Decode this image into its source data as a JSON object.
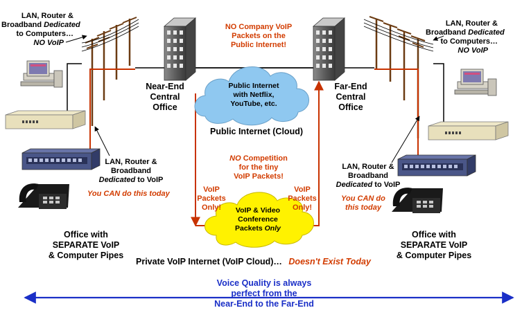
{
  "colors": {
    "wire": "#000000",
    "voip_line": "#c83200",
    "cloud_public": "#8fc8f0",
    "cloud_voip": "#fff200",
    "building": "#5a5a5a",
    "accent_red": "#d23c00",
    "accent_blue": "#1a2fc7",
    "arrow_blue": "#1a2fc7"
  },
  "icons": [
    "utility-pole-icon",
    "office-building-icon",
    "computer-icon",
    "router-icon",
    "switch-icon",
    "desk-phone-icon",
    "cloud-icon"
  ],
  "left": {
    "lan_note": [
      "LAN, Router &",
      "Broadband",
      "Dedicated",
      "to Computers…",
      "NO VoIP"
    ],
    "voip_note": [
      "LAN, Router &",
      "Broadband",
      "Dedicated",
      "to VoIP"
    ],
    "can_do": "You CAN do this today",
    "office_label": [
      "Office with",
      "SEPARATE VoIP",
      "& Computer Pipes"
    ]
  },
  "right": {
    "lan_note": [
      "LAN, Router &",
      "Broadband",
      "Dedicated",
      "to Computers…",
      "NO VoIP"
    ],
    "voip_note": [
      "LAN, Router &",
      "Broadband",
      "Dedicated",
      "to VoIP"
    ],
    "can_do": [
      "You CAN do",
      "this today"
    ],
    "office_label": [
      "Office with",
      "SEPARATE VoIP",
      "& Computer Pipes"
    ]
  },
  "near_end": [
    "Near-End",
    "Central",
    "Office"
  ],
  "far_end": [
    "Far-End",
    "Central",
    "Office"
  ],
  "no_company_voip": [
    "NO Company VoIP",
    "Packets on the",
    "Public Internet!"
  ],
  "public_cloud_text": [
    "Public Internet",
    "with Netflix,",
    "YouTube, etc."
  ],
  "public_cloud_label": "Public Internet (Cloud)",
  "no_competition": [
    "NO",
    "Competition",
    "for the tiny",
    "VoIP Packets!"
  ],
  "voip_only_left": [
    "VoIP",
    "Packets",
    "Only!"
  ],
  "voip_only_right": [
    "VoIP",
    "Packets",
    "Only!"
  ],
  "voip_cloud_text": [
    "VoIP & Video",
    "Conference",
    "Packets",
    "Only"
  ],
  "private_label": "Private VoIP Internet (VoIP Cloud)…",
  "doesnt_exist": "Doesn't Exist Today",
  "bottom_note": [
    "Voice Quality is always",
    "perfect from the",
    "Near-End to the Far-End"
  ]
}
